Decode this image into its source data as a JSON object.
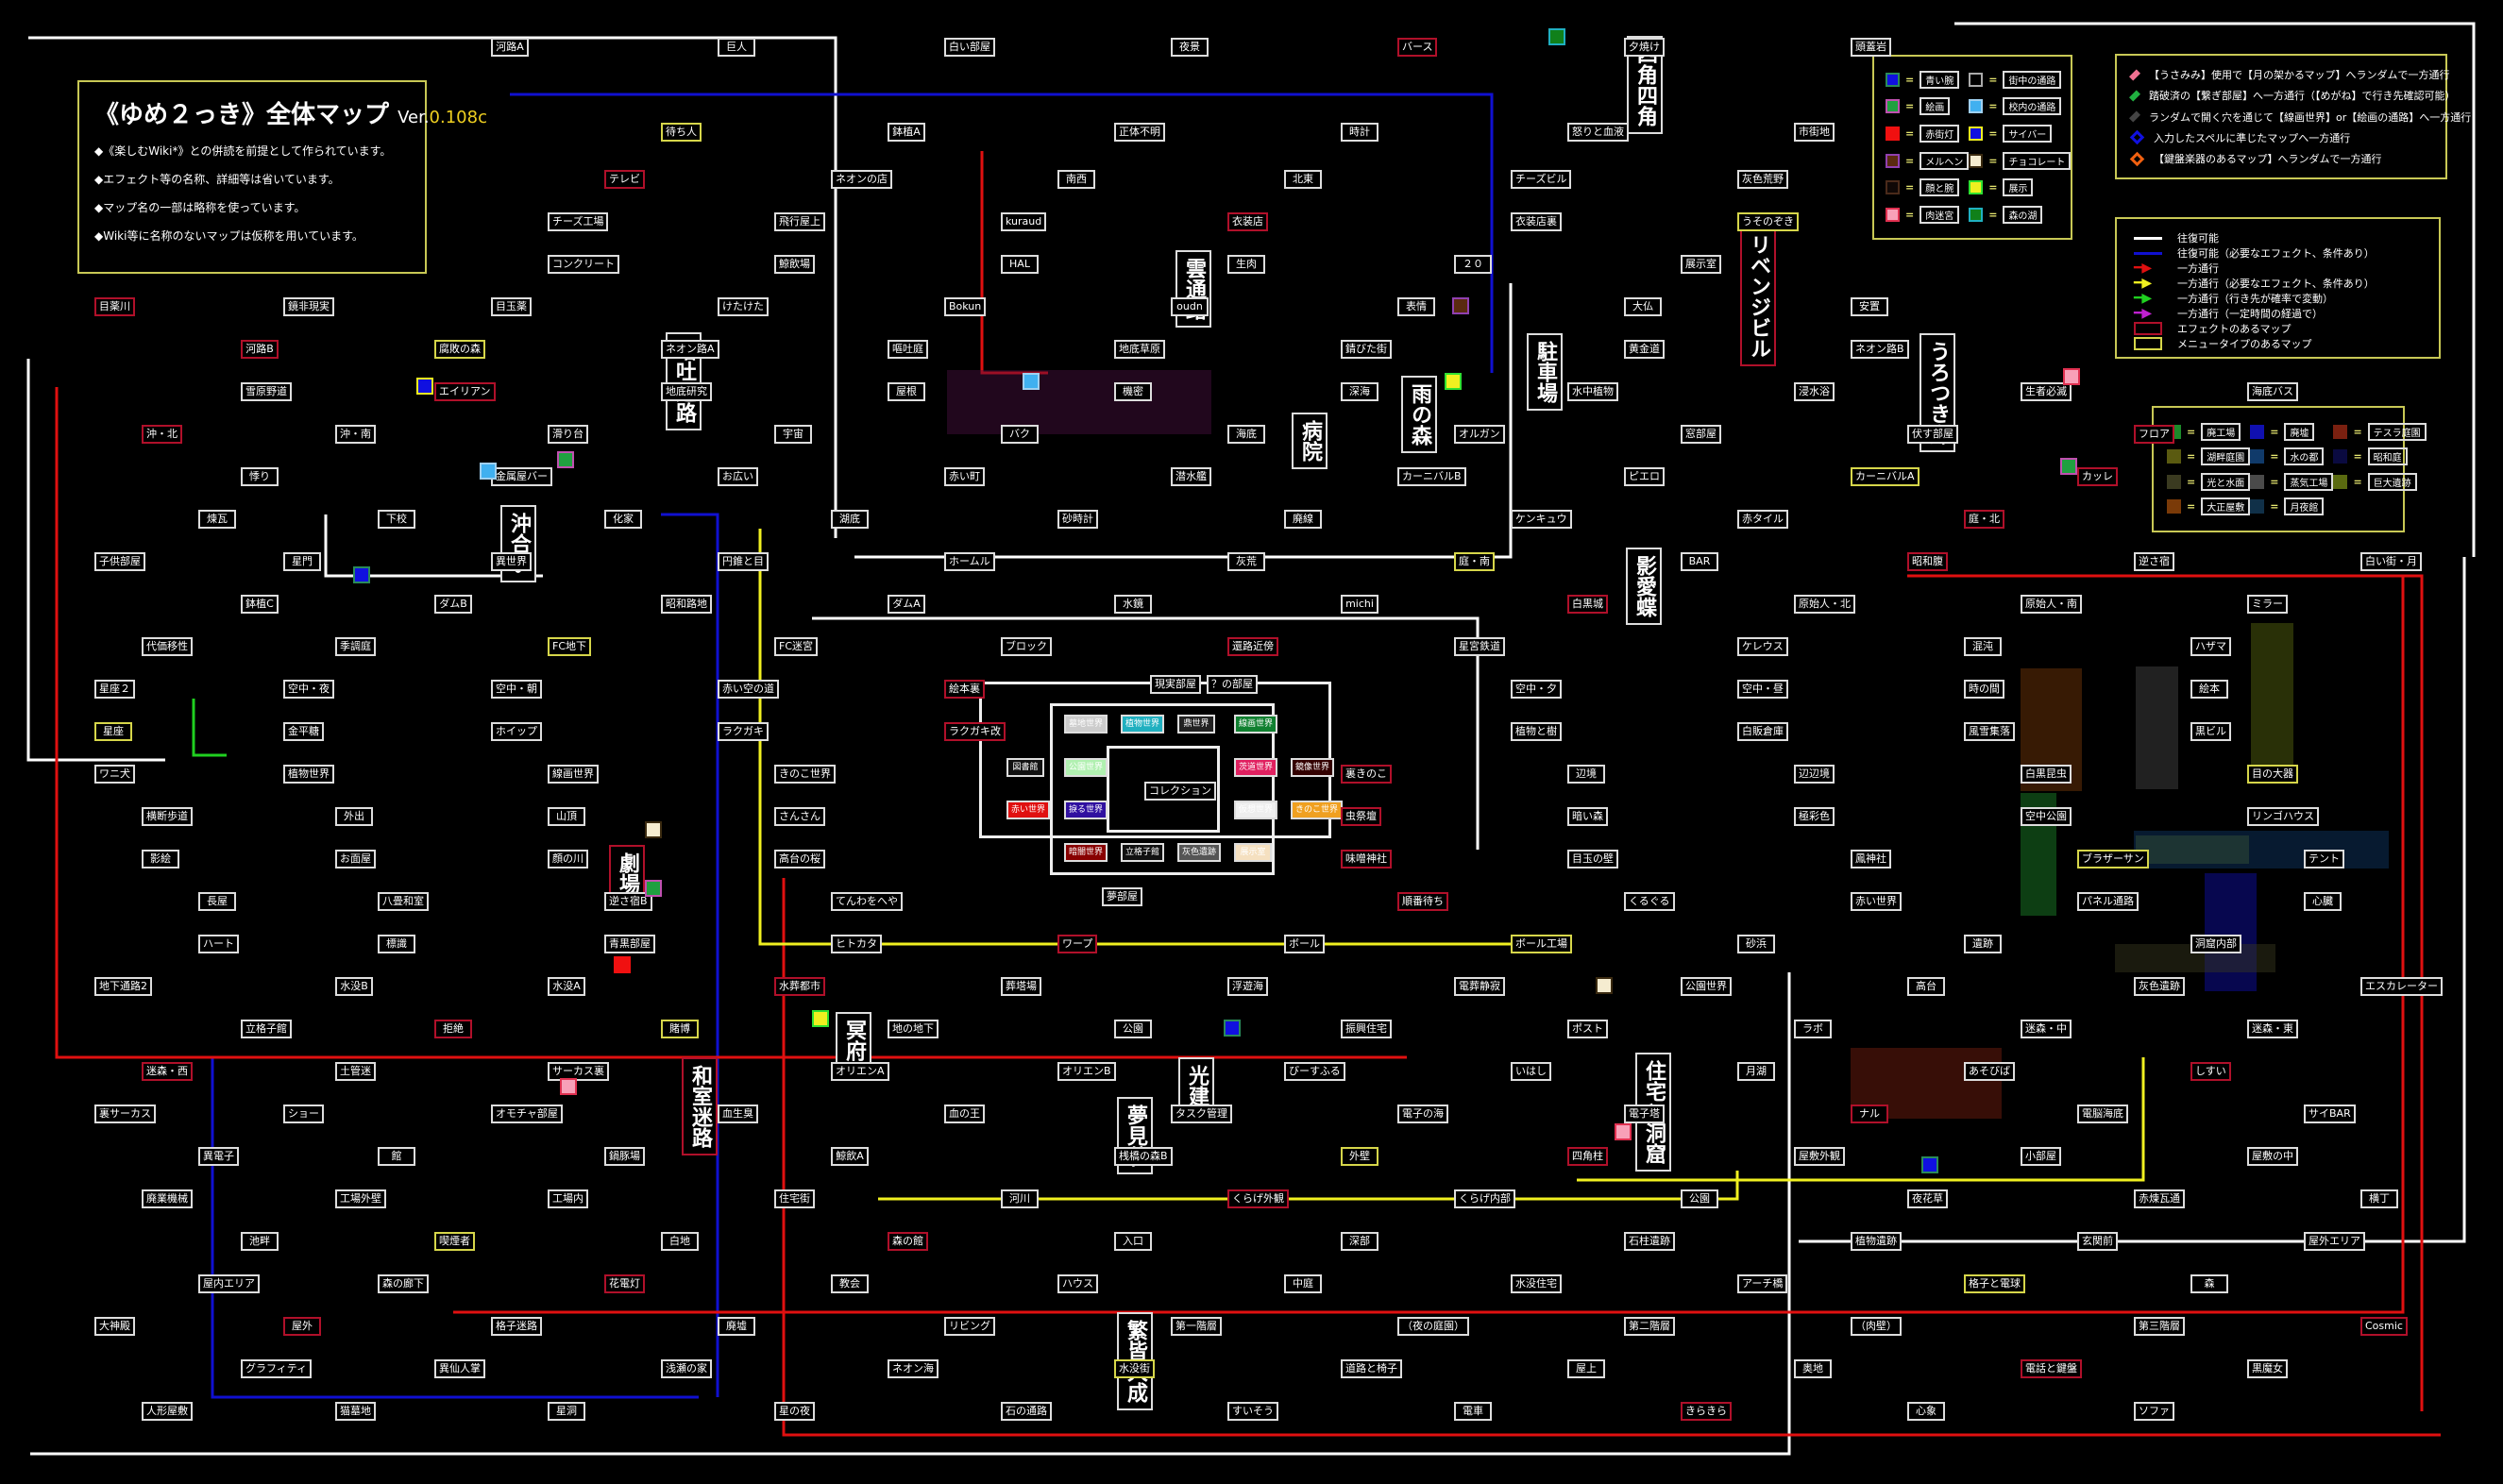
{
  "title": {
    "main": "《ゆめ２っき》全体マップ",
    "version_prefix": "Ver.",
    "version": "0.108c",
    "notes": [
      "◆《楽しむWiki*》との併読を前提として作られています。",
      "◆エフェクト等の名称、詳細等は省いています。",
      "◆マップ名の一部は略称を使っています。",
      "◆Wiki等に名称のないマップは仮称を用いています。"
    ]
  },
  "legend_colors": [
    {
      "color": "#1010e0",
      "border": "#2a8a5a",
      "name": "青い腕"
    },
    {
      "color": "#20a040",
      "border": "#c050b0",
      "name": "絵画"
    },
    {
      "color": "#f01010",
      "border": "#f01010",
      "name": "赤街灯"
    },
    {
      "color": "#5a2a10",
      "border": "#9040b0",
      "name": "メルヘン"
    },
    {
      "color": "#100806",
      "border": "#4a2a1a",
      "name": "顔と腕"
    },
    {
      "color": "#f8a0b8",
      "border": "#e03050",
      "name": "肉迷宮"
    },
    {
      "color": "#000000",
      "border": "#aaaaaa",
      "name": "街中の通路"
    },
    {
      "color": "#40b0f0",
      "border": "#a0d0f0",
      "name": "校内の通路"
    },
    {
      "color": "#1010e0",
      "border": "#f0f020",
      "name": "サイバー"
    },
    {
      "color": "#f5ecd0",
      "border": "#3a2a10",
      "name": "チョコレート"
    },
    {
      "color": "#f0f020",
      "border": "#30e030",
      "name": "展示"
    },
    {
      "color": "#10801a",
      "border": "#20b0c0",
      "name": "森の湖"
    }
  ],
  "legend_diamonds": [
    {
      "color": "#f07090",
      "text": "【うさみみ】使用で【月の架かるマップ】へランダムで一方通行"
    },
    {
      "color": "#20b040",
      "text": "踏破済の【繋ぎ部屋】へ一方通行（【めがね】で行き先確認可能）"
    },
    {
      "color": "#444444",
      "text": "ランダムで開く穴を通じて【線画世界】or【絵画の通路】へ一方通行"
    },
    {
      "color": "#1010e0",
      "text": "入力したスペルに準じたマップへ一方通行"
    },
    {
      "color": "#f06010",
      "text": "【鍵盤楽器のあるマップ】へランダムで一方通行"
    }
  ],
  "legend_lines": [
    {
      "color": "#ffffff",
      "kind": "line",
      "text": "往復可能"
    },
    {
      "color": "#1010d0",
      "kind": "line",
      "text": "往復可能（必要なエフェクト、条件あり）"
    },
    {
      "color": "#e01010",
      "kind": "arrow",
      "text": "一方通行"
    },
    {
      "color": "#f0f020",
      "kind": "arrow",
      "text": "一方通行（必要なエフェクト、条件あり）"
    },
    {
      "color": "#20d020",
      "kind": "arrow",
      "text": "一方通行（行き先が確率で変動）"
    },
    {
      "color": "#c020d0",
      "kind": "arrow",
      "text": "一方通行（一定時間の経過で）"
    },
    {
      "color": "#b0102a",
      "kind": "rect",
      "text": "エフェクトのあるマップ"
    },
    {
      "color": "#d6d64a",
      "kind": "rect",
      "text": "メニュータイプのあるマップ"
    }
  ],
  "legend_regions": [
    {
      "color": "#1c8a2a",
      "name": "廃工場"
    },
    {
      "color": "#5a5a10",
      "name": "湖畔庭園"
    },
    {
      "color": "#3a3a20",
      "name": "光と水面"
    },
    {
      "color": "#7a3a08",
      "name": "大正屋敷"
    },
    {
      "color": "#1010b0",
      "name": "廃墟"
    },
    {
      "color": "#103a6a",
      "name": "水の都"
    },
    {
      "color": "#4a4a4a",
      "name": "蒸気工場"
    },
    {
      "color": "#103048",
      "name": "月夜館"
    },
    {
      "color": "#7a2010",
      "name": "テスラ庭園"
    },
    {
      "color": "#0a0a40",
      "name": "昭和庭"
    },
    {
      "color": "#5a6a10",
      "name": "巨大遺跡"
    }
  ],
  "nexus": {
    "top": [
      "現実部屋",
      "？の部屋"
    ],
    "worlds": [
      "墓地世界",
      "植物世界",
      "鼎世界",
      "線画世界",
      "図書館",
      "公園世界",
      "茨道世界",
      "鏡像世界",
      "赤い世界",
      "捩る世界",
      "仮想世界",
      "きのこ世界",
      "暗闇世界",
      "立格子館",
      "灰色遺跡",
      "展示室"
    ],
    "center": "コレクション",
    "bottom": "夢部屋"
  },
  "hubs": [
    "沖合い",
    "劇場",
    "暗吐通路",
    "雲通路",
    "病院",
    "雨の森",
    "駐車場",
    "四角四角",
    "リベンジビル",
    "うろつき邸",
    "影愛蝶",
    "冥府",
    "和室迷路",
    "光建",
    "夢見荘",
    "住宅と洞窟",
    "繁皆大成"
  ],
  "maps": [
    "河路A",
    "巨人",
    "白い部屋",
    "夜景",
    "バース",
    "夕焼け",
    "頭蓋岩",
    "待ち人",
    "鉢植A",
    "正体不明",
    "時計",
    "怒りと血液",
    "市街地",
    "テレビ",
    "ネオンの店",
    "南西",
    "北東",
    "チーズビル",
    "灰色荒野",
    "チーズ工場",
    "飛行屋上",
    "kuraud",
    "衣装店",
    "衣装店裏",
    "うそのぞき",
    "コンクリート",
    "鯨飲場",
    "HAL",
    "生肉",
    "２０",
    "展示室",
    "目薬川",
    "鏡非現実",
    "目玉薬",
    "けたけた",
    "Bokun",
    "oudn",
    "表情",
    "大仏",
    "安置",
    "河路B",
    "腐敗の森",
    "ネオン路A",
    "嘔吐庭",
    "地底草原",
    "錆びた街",
    "黄金道",
    "ネオン路B",
    "雪原野道",
    "エイリアン",
    "地底研究",
    "屋根",
    "機密",
    "深海",
    "水中植物",
    "浸水浴",
    "生者必滅",
    "海底バス",
    "沖・北",
    "沖・南",
    "滑り台",
    "宇宙",
    "バク",
    "海底",
    "オルガン",
    "窓部屋",
    "伏す部屋",
    "フロア",
    "悸り",
    "金属屋バー",
    "お広い",
    "赤い町",
    "潜水艦",
    "カーニバルB",
    "ピエロ",
    "カーニバルA",
    "カッレ",
    "煉瓦",
    "下校",
    "化家",
    "湖底",
    "砂時計",
    "廃線",
    "ケンキュウ",
    "赤タイル",
    "庭・北",
    "子供部屋",
    "星門",
    "異世界",
    "円錐と目",
    "ホームル",
    "灰荒",
    "庭・南",
    "BAR",
    "昭和腹",
    "逆さ宿",
    "白い街・月",
    "鉢植C",
    "ダムB",
    "昭和路地",
    "ダムA",
    "水鏡",
    "michi",
    "白黒城",
    "原始人・北",
    "原始人・南",
    "ミラー",
    "代価移性",
    "季調庭",
    "FC地下",
    "FC迷宮",
    "ブロック",
    "還路近傍",
    "星宮鉄道",
    "ケレウス",
    "混沌",
    "ハザマ",
    "星座２",
    "空中・夜",
    "空中・朝",
    "赤い空の道",
    "絵本裏",
    "空中・夕",
    "空中・昼",
    "時の間",
    "絵本",
    "星座",
    "金平糖",
    "ホイップ",
    "ラクガキ",
    "ラクガキ改",
    "植物と樹",
    "白販倉庫",
    "風雪集落",
    "黒ビル",
    "ワニ犬",
    "植物世界",
    "線画世界",
    "きのこ世界",
    "裏きのこ",
    "辺境",
    "辺辺境",
    "白黒昆虫",
    "目の大器",
    "横断歩道",
    "外出",
    "山頂",
    "さんさん",
    "虫祭壇",
    "暗い森",
    "極彩色",
    "空中公園",
    "リンゴハウス",
    "影絵",
    "お面屋",
    "顔の川",
    "高台の桜",
    "味噌神社",
    "目玉の壁",
    "鳳神社",
    "ブラザーサン",
    "テント",
    "長屋",
    "八畳和室",
    "逆さ宿B",
    "てんわをへや",
    "順番待ち",
    "くるぐる",
    "赤い世界",
    "パネル通路",
    "心臓",
    "ハート",
    "標識",
    "青黒部屋",
    "ヒトカタ",
    "ワープ",
    "ボール",
    "ボール工場",
    "砂浜",
    "遺跡",
    "洞窟内部",
    "地下通路2",
    "水没B",
    "水没A",
    "水葬都市",
    "葬塔場",
    "浮遊海",
    "電葬静寂",
    "公園世界",
    "高台",
    "灰色遺跡",
    "エスカレーター",
    "立格子館",
    "拒絶",
    "賭博",
    "地の地下",
    "公園",
    "振興住宅",
    "ポスト",
    "ラボ",
    "迷森・中",
    "迷森・東",
    "迷森・西",
    "土管迷",
    "サーカス裏",
    "オリエンA",
    "オリエンB",
    "びーすふる",
    "いはし",
    "月湖",
    "あそびば",
    "しすい",
    "裏サーカス",
    "ショー",
    "オモチャ部屋",
    "血生臭",
    "血の王",
    "タスク管理",
    "電子の海",
    "電子塔",
    "ナル",
    "電脳海底",
    "サイBAR",
    "異電子",
    "館",
    "鍋豚場",
    "鯨飲A",
    "桟橋の森B",
    "外壁",
    "四角柱",
    "屋敷外観",
    "小部屋",
    "屋敷の中",
    "廃業機械",
    "工場外壁",
    "工場内",
    "住宅街",
    "河川",
    "くらげ外観",
    "くらげ内部",
    "公園",
    "夜花草",
    "赤煉瓦通",
    "横丁",
    "池畔",
    "喫煙者",
    "白地",
    "森の館",
    "入口",
    "深部",
    "石柱遺跡",
    "植物遺跡",
    "玄関前",
    "屋外エリア",
    "屋内エリア",
    "森の廊下",
    "花電灯",
    "教会",
    "ハウス",
    "中庭",
    "水没住宅",
    "アーチ橋",
    "格子と電球",
    "森",
    "大神殿",
    "屋外",
    "格子迷路",
    "廃墟",
    "リビング",
    "第一階層",
    "（夜の庭園）",
    "第二階層",
    "（肉壁）",
    "第三階層",
    "Cosmic",
    "グラフィティ",
    "異仙人掌",
    "浅瀬の家",
    "ネオン海",
    "水没街",
    "道路と椅子",
    "屋上",
    "奥地",
    "電話と鍵盤",
    "黒魔女",
    "人形屋敷",
    "猫墓地",
    "星洞",
    "星の夜",
    "石の通路",
    "すいそう",
    "電車",
    "きらきら",
    "心象",
    "ソファ"
  ]
}
